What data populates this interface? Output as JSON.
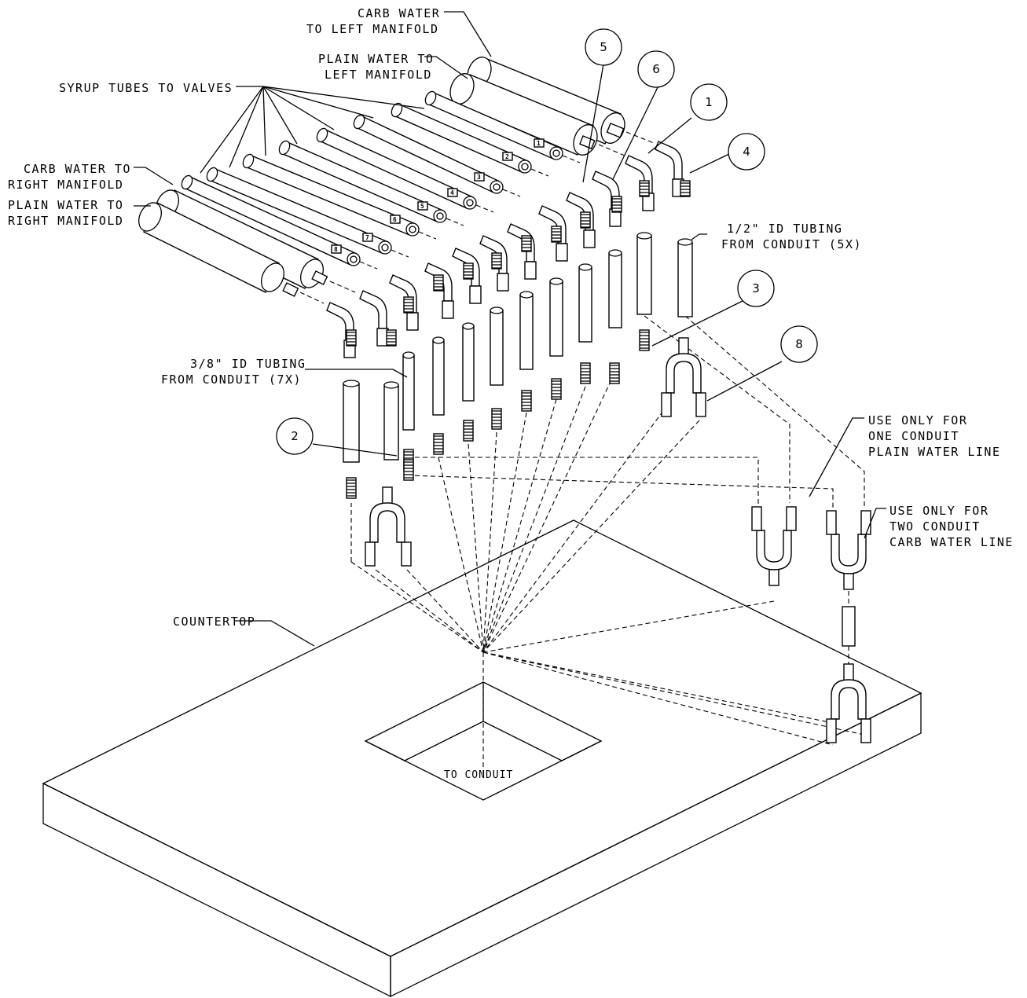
{
  "labels": {
    "carb_left_1": "CARB WATER",
    "carb_left_2": "TO LEFT MANIFOLD",
    "plain_left_1": "PLAIN WATER TO",
    "plain_left_2": "LEFT MANIFOLD",
    "syrup": "SYRUP TUBES TO VALVES",
    "carb_right_1": "CARB WATER TO",
    "carb_right_2": "RIGHT MANIFOLD",
    "plain_right_1": "PLAIN WATER TO",
    "plain_right_2": "RIGHT MANIFOLD",
    "half_tubing_1": "1/2\" ID TUBING",
    "half_tubing_2": "FROM CONDUIT (5X)",
    "three_eighth_1": "3/8\" ID TUBING",
    "three_eighth_2": "FROM CONDUIT (7X)",
    "one_conduit_1": "USE ONLY FOR",
    "one_conduit_2": "ONE CONDUIT",
    "one_conduit_3": "PLAIN WATER LINE",
    "two_conduit_1": "USE ONLY FOR",
    "two_conduit_2": "TWO CONDUIT",
    "two_conduit_3": "CARB WATER LINE",
    "countertop": "COUNTERTOP",
    "to_conduit": "TO CONDUIT"
  },
  "callouts": [
    "5",
    "6",
    "1",
    "4",
    "3",
    "8",
    "2"
  ],
  "tube_tags": [
    "1",
    "2",
    "3",
    "4",
    "5",
    "6",
    "7",
    "8"
  ]
}
